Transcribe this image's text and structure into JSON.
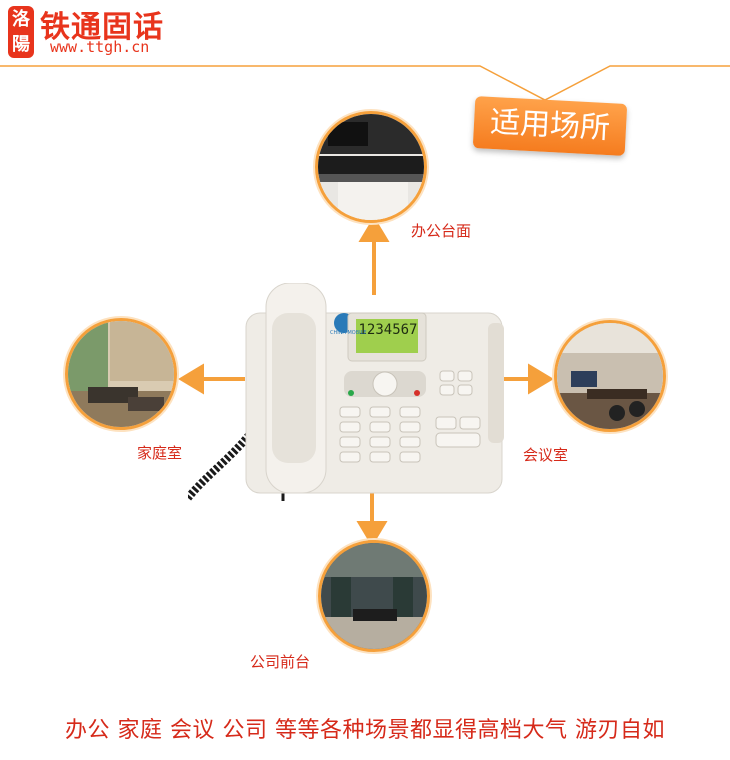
{
  "header": {
    "seal_text": "洛陽",
    "brand_name": "铁通固话",
    "brand_url": "www.ttgh.cn"
  },
  "badge": {
    "text": "适用场所"
  },
  "phone": {
    "display_digits": "1234567",
    "logo_text": "CHINA MOBILE"
  },
  "scenes": [
    {
      "label": "办公台面"
    },
    {
      "label": "家庭室"
    },
    {
      "label": "会议室"
    },
    {
      "label": "公司前台"
    }
  ],
  "tagline": "办公 家庭 会议 公司 等等各种场景都显得高档大气 游刃自如",
  "colors": {
    "brand_red": "#e8341c",
    "accent_orange": "#f5a03b",
    "text_red": "#d62a1a"
  }
}
